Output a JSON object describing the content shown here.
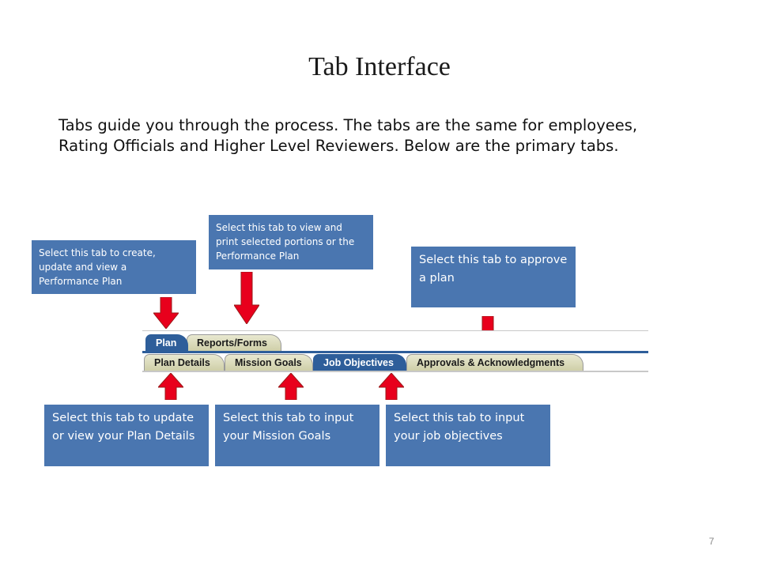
{
  "slide": {
    "title": "Tab Interface",
    "intro_line1": "Tabs guide you through the process.  The tabs are the same for employees,",
    "intro_line2": "Rating Officials and Higher Level Reviewers.  Below are the primary tabs.",
    "page_number": "7"
  },
  "callouts": {
    "plan": "Select this tab to create, update and view a Performance Plan",
    "reports": "Select this tab to view and print selected portions or the Performance Plan",
    "approve": "Select this tab to approve a plan",
    "plan_details": "Select this tab to update or view your Plan Details",
    "mission_goals": "Select this tab to input your Mission Goals",
    "job_objectives": "Select this tab to input your job objectives"
  },
  "tabs": {
    "primary": [
      {
        "label": "Plan",
        "active": true
      },
      {
        "label": "Reports/Forms",
        "active": false
      }
    ],
    "secondary": [
      {
        "label": "Plan Details",
        "active": false
      },
      {
        "label": "Mission Goals",
        "active": false
      },
      {
        "label": "Job Objectives",
        "active": true
      },
      {
        "label": "Approvals & Acknowledgments",
        "active": false
      }
    ]
  },
  "colors": {
    "callout_bg": "#4a76b0",
    "arrow_fill": "#e8001c",
    "tab_active": "#2e5e9a",
    "tab_inactive": "#dcdcbc"
  }
}
